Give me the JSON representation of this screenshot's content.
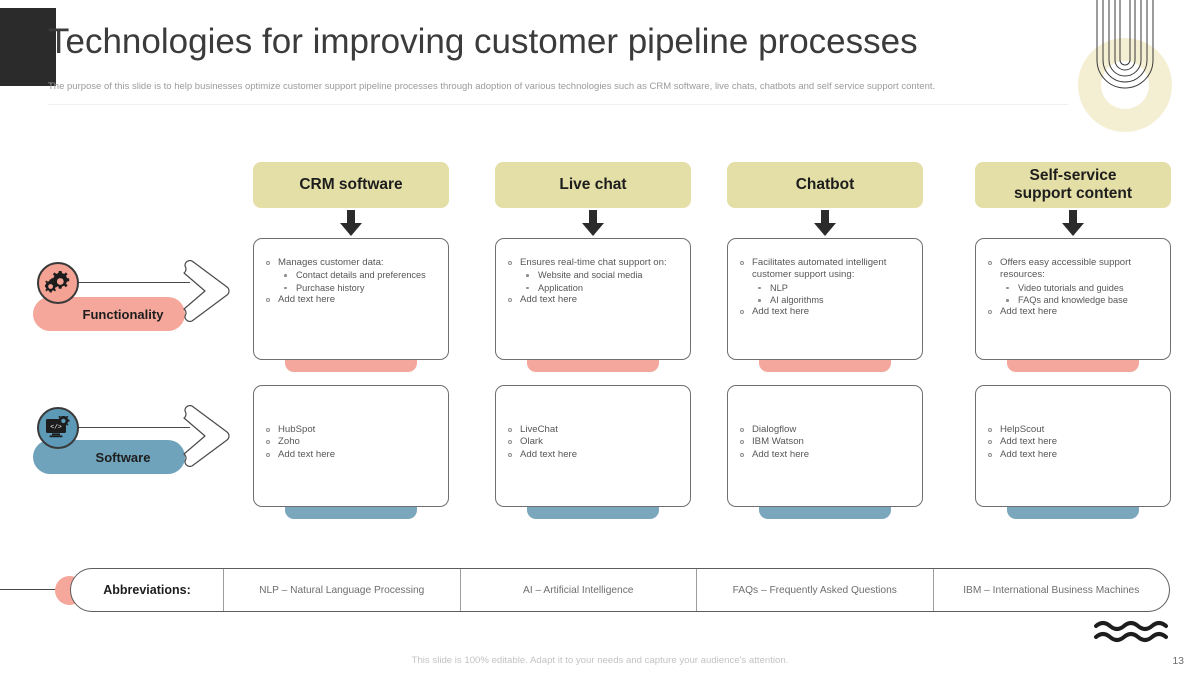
{
  "header": {
    "title": "Technologies for improving customer pipeline processes",
    "subtitle": "The purpose of this slide is to help businesses optimize customer support pipeline processes through adoption of various technologies such as CRM software, live chats, chatbots and self service support content.",
    "star_icon": "star-burst-icon",
    "ring_icon": "concentric-arcs-icon"
  },
  "columns": [
    {
      "header": "CRM software",
      "arrow_icon": "arrow-down-icon"
    },
    {
      "header": "Live chat",
      "arrow_icon": "arrow-down-icon"
    },
    {
      "header": "Chatbot",
      "arrow_icon": "arrow-down-icon"
    },
    {
      "header": "Self-service\nsupport content",
      "arrow_icon": "arrow-down-icon"
    }
  ],
  "rows": [
    {
      "label": "Functionality",
      "icon": "gears-icon",
      "accent": "#f5a79b",
      "badge_color": "#f3a294",
      "cells": [
        {
          "items": [
            {
              "level": 1,
              "text": "Manages customer data:"
            },
            {
              "level": 2,
              "text": "Contact details and preferences"
            },
            {
              "level": 2,
              "text": "Purchase history"
            },
            {
              "level": 1,
              "text": "Add text here"
            }
          ]
        },
        {
          "items": [
            {
              "level": 1,
              "text": "Ensures real-time chat support on:"
            },
            {
              "level": 2,
              "text": "Website and social media"
            },
            {
              "level": 2,
              "text": "Application"
            },
            {
              "level": 1,
              "text": "Add text here"
            }
          ]
        },
        {
          "items": [
            {
              "level": 1,
              "text": "Facilitates automated intelligent customer support using:"
            },
            {
              "level": 2,
              "text": "NLP"
            },
            {
              "level": 2,
              "text": "AI algorithms"
            },
            {
              "level": 1,
              "text": "Add text here"
            }
          ]
        },
        {
          "items": [
            {
              "level": 1,
              "text": "Offers easy accessible support resources:"
            },
            {
              "level": 2,
              "text": "Video tutorials and guides"
            },
            {
              "level": 2,
              "text": "FAQs and knowledge base"
            },
            {
              "level": 1,
              "text": "Add text here"
            }
          ]
        }
      ]
    },
    {
      "label": "Software",
      "icon": "code-monitor-icon",
      "accent": "#6fa2bb",
      "badge_color": "#5d9ab7",
      "cells": [
        {
          "items": [
            {
              "level": 1,
              "text": "HubSpot"
            },
            {
              "level": 1,
              "text": "Zoho"
            },
            {
              "level": 1,
              "text": "Add text here"
            }
          ]
        },
        {
          "items": [
            {
              "level": 1,
              "text": "LiveChat"
            },
            {
              "level": 1,
              "text": "Olark"
            },
            {
              "level": 1,
              "text": "Add text here"
            }
          ]
        },
        {
          "items": [
            {
              "level": 1,
              "text": "Dialogflow"
            },
            {
              "level": 1,
              "text": "IBM Watson"
            },
            {
              "level": 1,
              "text": "Add text here"
            }
          ]
        },
        {
          "items": [
            {
              "level": 1,
              "text": "HelpScout"
            },
            {
              "level": 1,
              "text": "Add text here"
            },
            {
              "level": 1,
              "text": "Add text here"
            }
          ]
        }
      ]
    }
  ],
  "abbreviations": {
    "label": "Abbreviations:",
    "entries": [
      "NLP – Natural Language Processing",
      "AI – Artificial Intelligence",
      "FAQs – Frequently Asked Questions",
      "IBM – International Business Machines"
    ]
  },
  "footer": {
    "note": "This slide is 100% editable. Adapt it to your needs and capture your audience's attention.",
    "page_number": "13",
    "wave_icon": "wave-lines-icon"
  },
  "theme": {
    "header_fill": "#e3dfa6",
    "pink": "#f5a79b",
    "blue": "#6fa2bb",
    "card_border": "#6f6f6f",
    "text": "#575757"
  }
}
